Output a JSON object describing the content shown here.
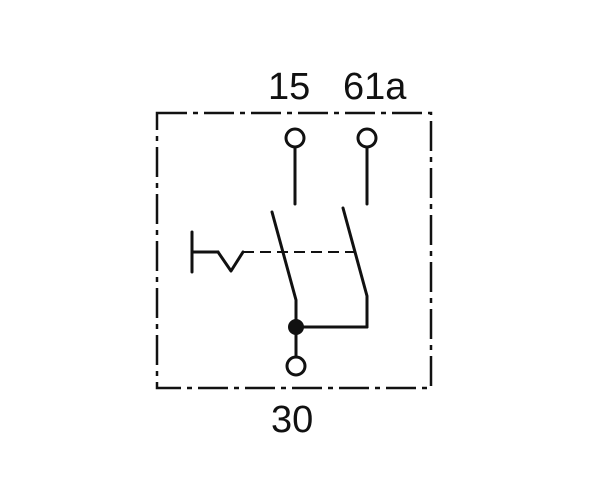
{
  "terminals": {
    "t15": {
      "label": "15"
    },
    "t61a": {
      "label": "61a"
    },
    "t30": {
      "label": "30"
    }
  },
  "colors": {
    "ink": "#111111",
    "background": "#ffffff"
  }
}
